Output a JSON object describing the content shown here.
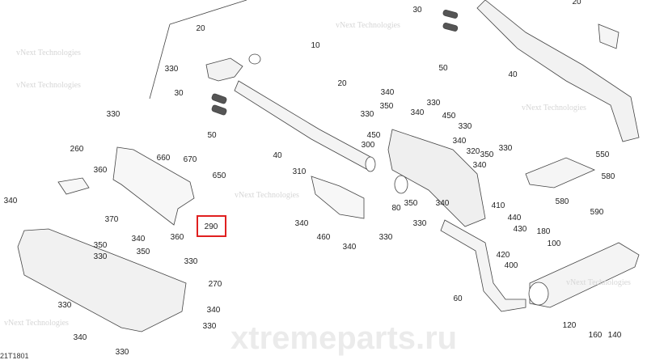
{
  "diagram": {
    "code": "21T1801",
    "highlight_color": "#e02020",
    "highlighted_part": "290",
    "watermark_small": "vNext Technologies",
    "watermark_large": "xtremeparts.ru",
    "callouts": [
      {
        "n": "20"
      },
      {
        "n": "330"
      },
      {
        "n": "30"
      },
      {
        "n": "10"
      },
      {
        "n": "50"
      },
      {
        "n": "40"
      },
      {
        "n": "330"
      },
      {
        "n": "260"
      },
      {
        "n": "360"
      },
      {
        "n": "660"
      },
      {
        "n": "670"
      },
      {
        "n": "650"
      },
      {
        "n": "340"
      },
      {
        "n": "370"
      },
      {
        "n": "360"
      },
      {
        "n": "290"
      },
      {
        "n": "340"
      },
      {
        "n": "350"
      },
      {
        "n": "330"
      },
      {
        "n": "350"
      },
      {
        "n": "330"
      },
      {
        "n": "270"
      },
      {
        "n": "330"
      },
      {
        "n": "340"
      },
      {
        "n": "330"
      },
      {
        "n": "340"
      },
      {
        "n": "330"
      },
      {
        "n": "30"
      },
      {
        "n": "50"
      },
      {
        "n": "40"
      },
      {
        "n": "20"
      },
      {
        "n": "20"
      },
      {
        "n": "340"
      },
      {
        "n": "350"
      },
      {
        "n": "330"
      },
      {
        "n": "330"
      },
      {
        "n": "340"
      },
      {
        "n": "450"
      },
      {
        "n": "330"
      },
      {
        "n": "450"
      },
      {
        "n": "300"
      },
      {
        "n": "340"
      },
      {
        "n": "320"
      },
      {
        "n": "350"
      },
      {
        "n": "330"
      },
      {
        "n": "340"
      },
      {
        "n": "310"
      },
      {
        "n": "550"
      },
      {
        "n": "580"
      },
      {
        "n": "350"
      },
      {
        "n": "340"
      },
      {
        "n": "330"
      },
      {
        "n": "80"
      },
      {
        "n": "580"
      },
      {
        "n": "590"
      },
      {
        "n": "410"
      },
      {
        "n": "440"
      },
      {
        "n": "430"
      },
      {
        "n": "180"
      },
      {
        "n": "100"
      },
      {
        "n": "420"
      },
      {
        "n": "400"
      },
      {
        "n": "60"
      },
      {
        "n": "120"
      },
      {
        "n": "160"
      },
      {
        "n": "140"
      },
      {
        "n": "330"
      },
      {
        "n": "460"
      },
      {
        "n": "340"
      },
      {
        "n": "340"
      }
    ]
  }
}
